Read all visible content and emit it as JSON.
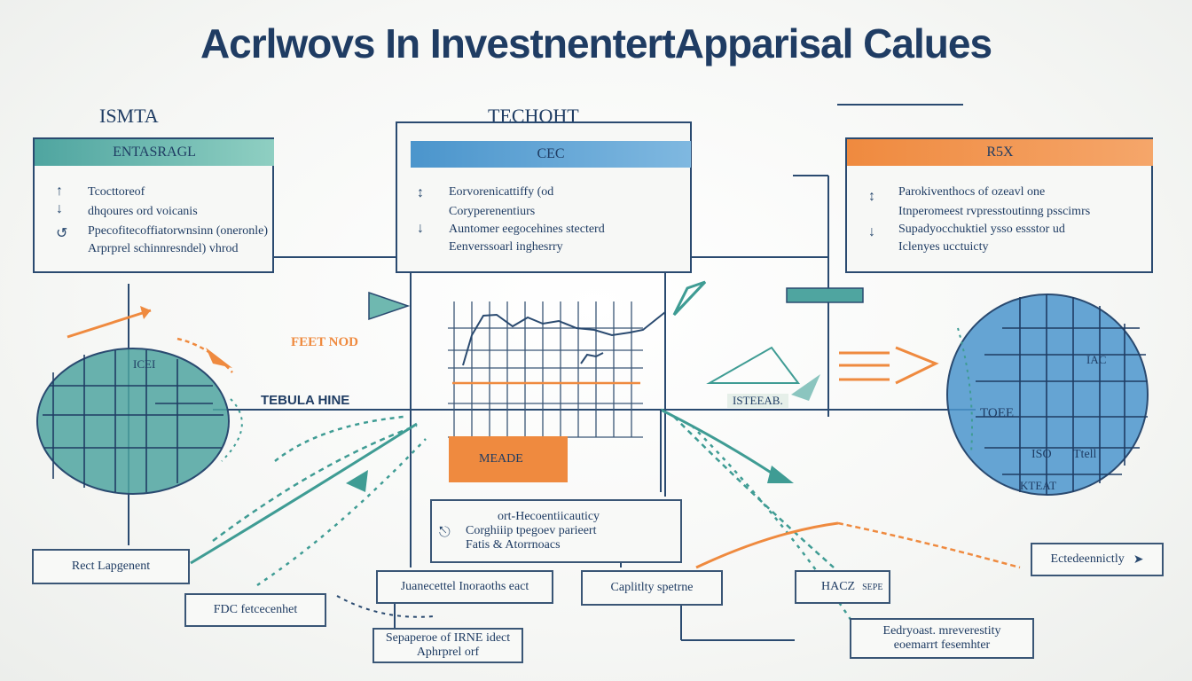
{
  "title": "Acrlwovs In InvestnentertApparisal Calues",
  "columns": {
    "left_title": "ISMTA",
    "mid_title": "TECHOHT"
  },
  "cards": {
    "left": {
      "header": "ENTASRAGL",
      "lines": [
        "Tcocttoreof",
        "dhqoures ord voicanis",
        "Ppecofitecoffiatorwnsinn (oneronle)",
        "Arprprel schinnresndel) vhrod"
      ]
    },
    "mid": {
      "header": "CEC",
      "lines": [
        "Eorvorenicattiffy (od",
        "Coryperenentiurs",
        "Auntomer eegocehines stecterd",
        "Eenverssoarl inghesrry"
      ]
    },
    "right": {
      "header": "R5X",
      "lines": [
        "Parokiventhocs of ozeavl one",
        "Itnperomeest rvpresstoutinng psscimrs",
        "Supadyocchuktiel ysso essstor ud",
        "Iclenyes ucctuicty"
      ]
    }
  },
  "labels": {
    "feet_nod": "FEET NOD",
    "tebula_hine": "TEBULA HINE",
    "isteeab": "ISTEEAB.",
    "meade": "MEADE",
    "globe_left": "ICEI",
    "globe_right_tag": "TOEE",
    "globe_right_a": "ISO",
    "globe_right_b": "Ttell",
    "globe_right_c": "KTEAT",
    "globe_right_d": "IAC"
  },
  "center_box": {
    "lines": [
      "ort-Hecoentiicauticy",
      "Corghiiip tpegoev parieert",
      "Fatis & Atorrnoacs"
    ]
  },
  "bottom_boxes": {
    "red_lapgent": "Rect Lapgenent",
    "fdc": "FDC fetcecenhet",
    "juna": "Juanecettel Inoraoths eact",
    "capablity": "Caplitlty spetrne",
    "hacz": "HACZ",
    "sepe": "SEPE",
    "aphrel": [
      "Sepaperoe of IRNE idect",
      "Aphrprel orf"
    ],
    "eedreyonst": [
      "Eedryoast. mreverestity",
      "eoemarrt fesemhter"
    ],
    "ectedly": "Ectedeennictly"
  },
  "colors": {
    "navy": "#2a4a70",
    "teal": "#3f9c94",
    "blue": "#4b95cc",
    "orange": "#ef8a3f"
  }
}
